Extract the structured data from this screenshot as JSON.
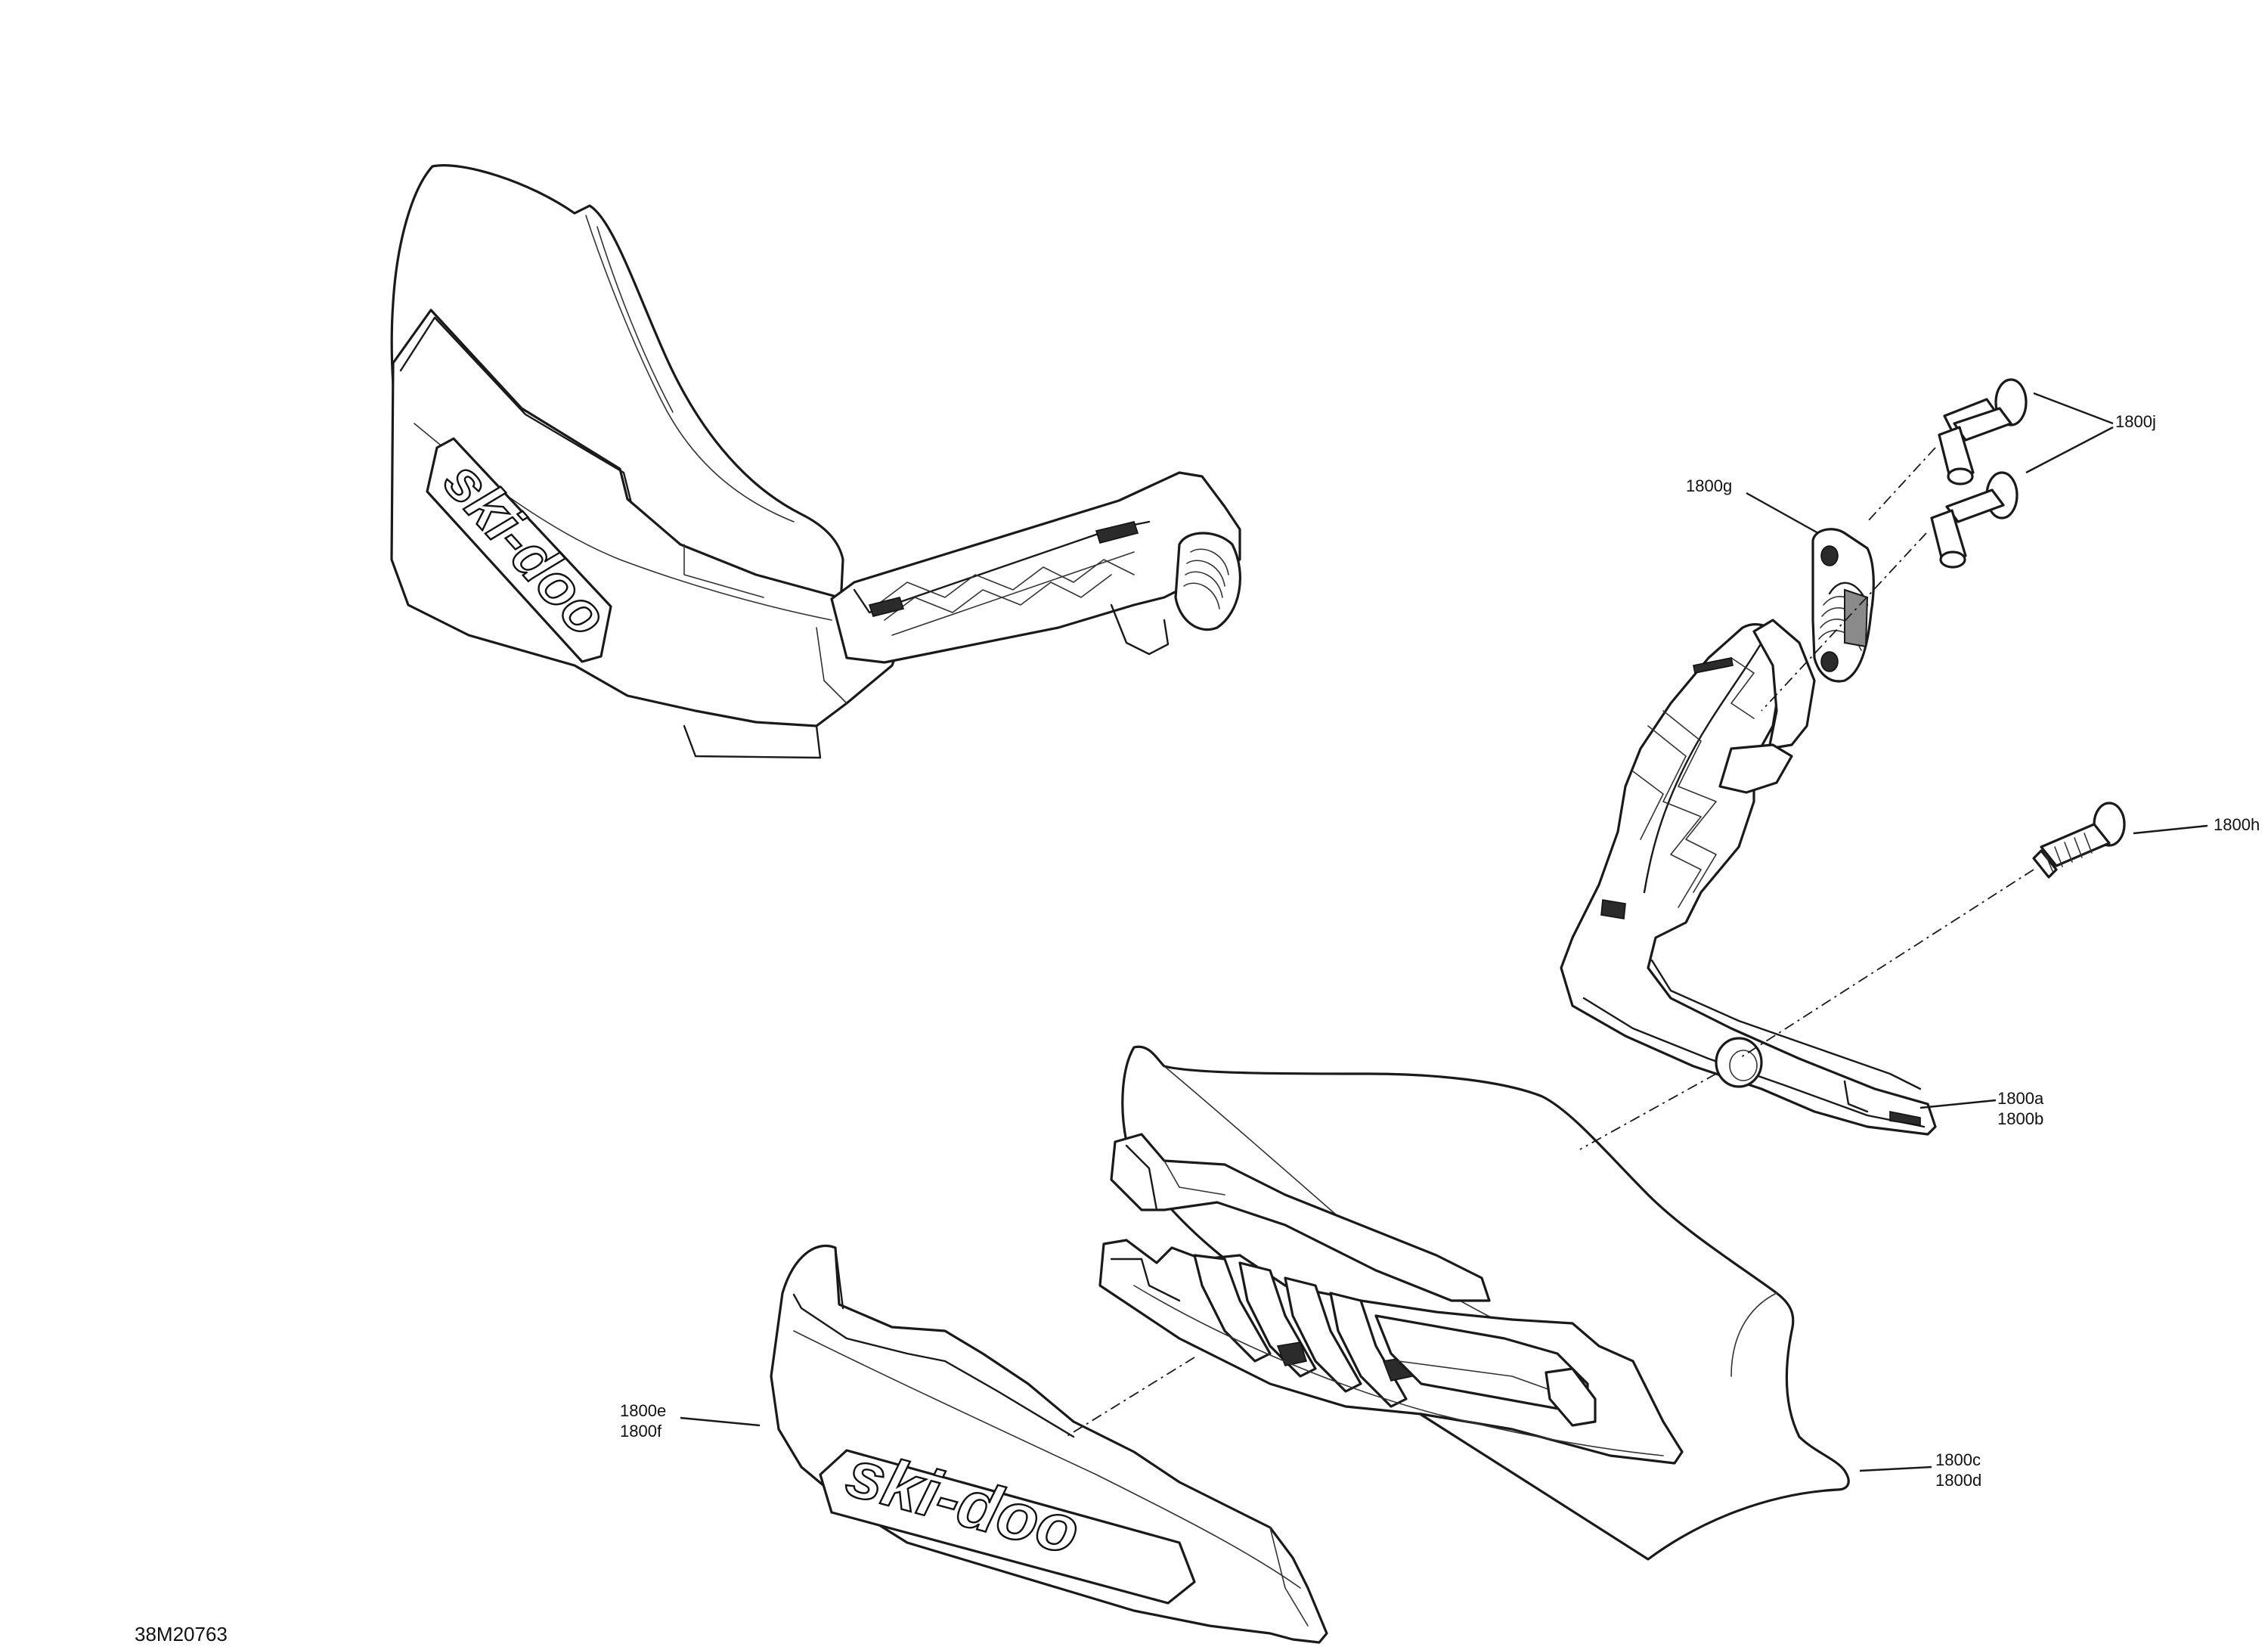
{
  "document_id": "38M20763",
  "brand_logo": "ski-doo",
  "callouts": {
    "c1800a": "1800a",
    "c1800b": "1800b",
    "c1800c": "1800c",
    "c1800d": "1800d",
    "c1800e": "1800e",
    "c1800f": "1800f",
    "c1800g": "1800g",
    "c1800h": "1800h",
    "c1800j": "1800j"
  }
}
